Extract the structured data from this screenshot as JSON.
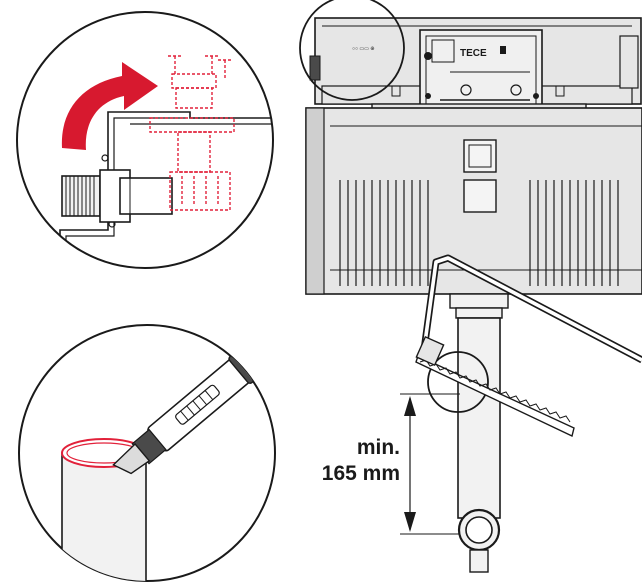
{
  "brand": {
    "logo_text": "TECE",
    "small_label": "○○ ▭▭ ⊕"
  },
  "dimension": {
    "line1": "min.",
    "line2": "165 mm"
  },
  "colors": {
    "outline": "#1a1a1a",
    "highlight_red": "#e2213a",
    "arrow_red": "#d7192f",
    "tank_fill": "#e6e6e6",
    "tank_dark": "#cfcfcf",
    "pipe_fill": "#f2f2f2"
  },
  "icons": {
    "rotate_arrow": "rotate-clockwise-icon",
    "knife": "utility-knife-icon",
    "saw": "hacksaw-icon"
  }
}
